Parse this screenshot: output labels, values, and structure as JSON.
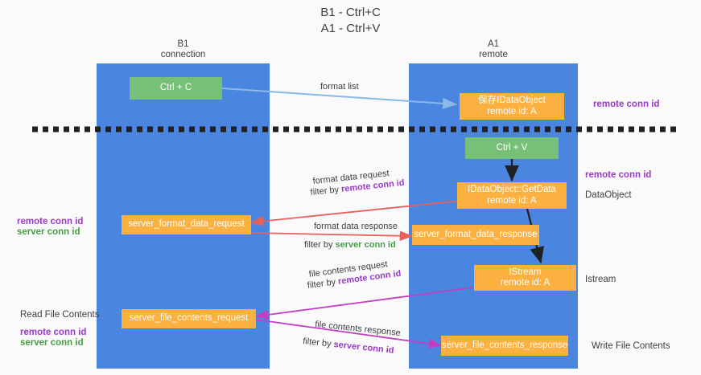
{
  "title": "B1 - Ctrl+C\nA1 - Ctrl+V",
  "lanes": [
    {
      "name": "b1",
      "heading": "B1\nconnection"
    },
    {
      "name": "a1",
      "heading": "A1\nremote"
    }
  ],
  "nodes": {
    "ctrl_c": "Ctrl + C",
    "save_idataobject": "保存IDataObject\nremote id: A",
    "ctrl_v": "Ctrl + V",
    "idataobject_getdata": "IDataObject::GetData\nremote id: A",
    "server_format_data_request": "server_format_data_request",
    "server_format_data_response": "server_format_data_response",
    "istream": "IStream\nremote id: A",
    "server_file_contents_request": "server_file_contents_request",
    "server_file_contents_response": "server_file_contents_response"
  },
  "right_labels": {
    "remote_conn_id_top": "remote conn id",
    "remote_conn_id_mid": "remote conn id",
    "dataobject": "DataObject",
    "istream": "Istream",
    "write_file_contents": "Write File Contents"
  },
  "left_labels": {
    "remote_conn_id": "remote conn id",
    "server_conn_id": "server conn id",
    "read_file_contents": "Read File Contents",
    "remote_conn_id_2": "remote conn id",
    "server_conn_id_2": "server conn id"
  },
  "edges": {
    "format_list": "format list",
    "format_data_request": "format data request",
    "format_data_request_filter_prefix": "filter by ",
    "format_data_request_filter_key": "remote conn id",
    "format_data_response": "format data response",
    "format_data_response_filter_prefix": "filter by ",
    "format_data_response_filter_key": "server conn id",
    "file_contents_request": "file contents request",
    "file_contents_request_filter_prefix": "filter by ",
    "file_contents_request_filter_key": "remote conn id",
    "file_contents_response": "file contents response",
    "file_contents_response_filter_prefix": "filter by ",
    "file_contents_response_filter_key": "server conn id"
  },
  "colors": {
    "lane": "#4a86e0",
    "node_orange": "#fbb03f",
    "node_green": "#77c077",
    "arrow_blue": "#8ab9e8",
    "arrow_red": "#e8605a",
    "arrow_magenta": "#c13fc1",
    "arrow_black": "#202124",
    "divider": "#202124",
    "text_purple": "#9b39c9",
    "text_green": "#4a9b4a",
    "background": "#fafafa"
  }
}
